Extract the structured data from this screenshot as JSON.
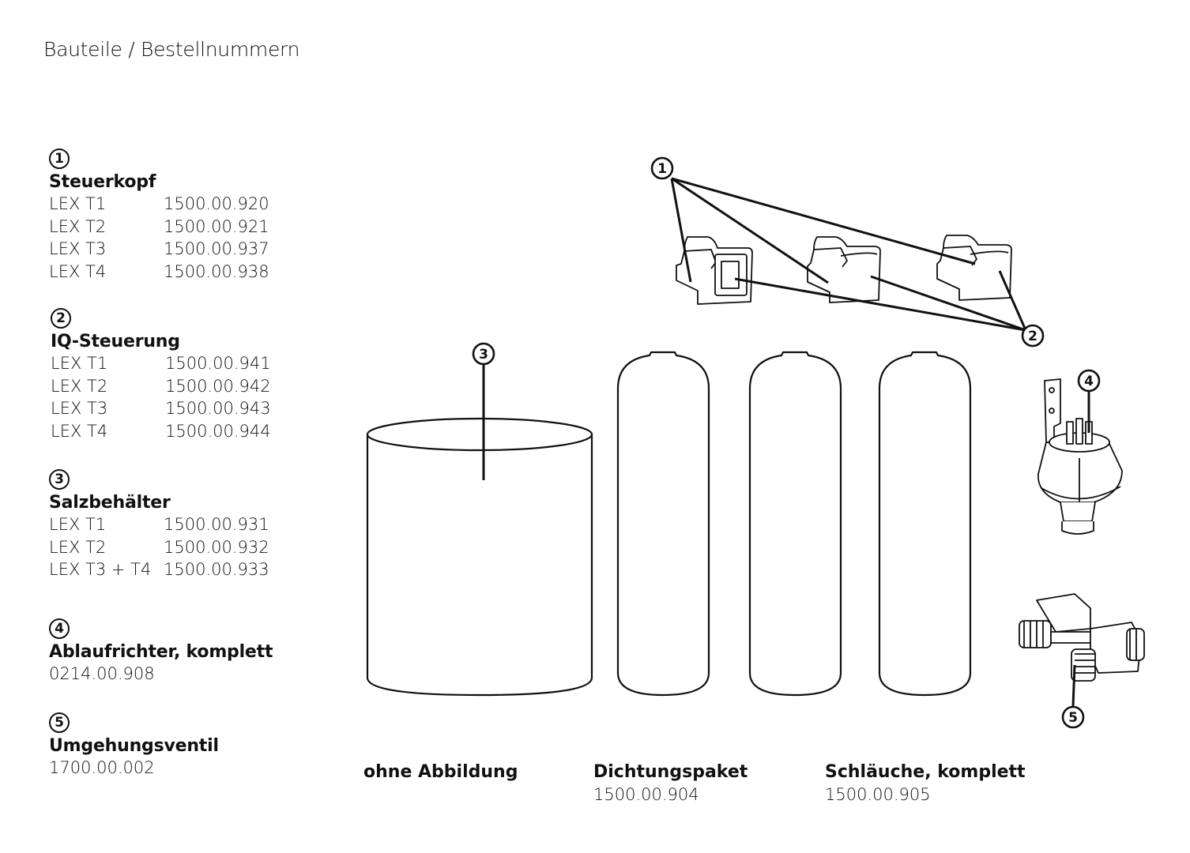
{
  "title": "Bauteile / Bestellnummern",
  "sections": [
    {
      "number": "1",
      "title": "Steuerkopf",
      "items": [
        {
          "model": "LEX T1",
          "code": "1500.00.920"
        },
        {
          "model": "LEX T2",
          "code": "1500.00.921"
        },
        {
          "model": "LEX T3",
          "code": "1500.00.937"
        },
        {
          "model": "LEX T4",
          "code": "1500.00.938"
        }
      ]
    },
    {
      "number": "2",
      "title": "IQ-Steuerung",
      "items": [
        {
          "model": "LEX T1",
          "code": "1500.00.941"
        },
        {
          "model": "LEX T2",
          "code": "1500.00.942"
        },
        {
          "model": "LEX T3",
          "code": "1500.00.943"
        },
        {
          "model": "LEX T4",
          "code": "1500.00.944"
        }
      ]
    },
    {
      "number": "3",
      "title": "Salzbehälter",
      "items": [
        {
          "model": "LEX T1",
          "code": "1500.00.931"
        },
        {
          "model": "LEX T2",
          "code": "1500.00.932"
        },
        {
          "model": "LEX T3 + T4",
          "code": "1500.00.933"
        }
      ]
    },
    {
      "number": "4",
      "title": "Ablaufrichter, komplett",
      "code": "0214.00.908"
    },
    {
      "number": "5",
      "title": "Umgehungsventil",
      "code": "1700.00.002"
    }
  ],
  "captions": [
    {
      "title": "ohne Abbildung",
      "code": ""
    },
    {
      "title": "Dichtungspaket",
      "code": "1500.00.904"
    },
    {
      "title": "Schläuche, komplett",
      "code": "1500.00.905"
    }
  ],
  "callouts": [
    "1",
    "2",
    "3",
    "4",
    "5"
  ],
  "colors": {
    "ink": "#111111",
    "paper": "#ffffff"
  }
}
